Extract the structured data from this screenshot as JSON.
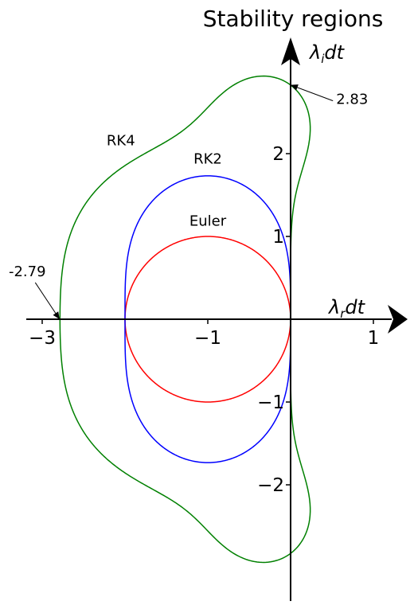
{
  "chart_data": {
    "type": "line",
    "title": "Stability regions",
    "xlabel": "λ_r dt",
    "ylabel": "λ_i dt",
    "axis_names": {
      "x_main": "λ",
      "x_sub": "r",
      "x_rest": "dt",
      "y_main": "λ",
      "y_sub": "i",
      "y_rest": "dt"
    },
    "xlim": [
      -3.3,
      1.4
    ],
    "ylim": [
      -3.4,
      3.4
    ],
    "grid": false,
    "x_ticks": [
      {
        "value": -3,
        "label": "−3"
      },
      {
        "value": -1,
        "label": "−1"
      },
      {
        "value": 1,
        "label": "1"
      }
    ],
    "y_ticks": [
      {
        "value": 2,
        "label": "2"
      },
      {
        "value": 1,
        "label": "1"
      },
      {
        "value": -1,
        "label": "−1"
      },
      {
        "value": -2,
        "label": "−2"
      }
    ],
    "series": [
      {
        "name": "Euler",
        "order": 1,
        "color": "#ff0000",
        "label_point": [
          -1.0,
          1.13
        ]
      },
      {
        "name": "RK2",
        "order": 2,
        "color": "#0000ff",
        "label_point": [
          -1.0,
          1.88
        ]
      },
      {
        "name": "RK4",
        "order": 4,
        "color": "#008000",
        "label_point": [
          -2.05,
          2.1
        ]
      }
    ],
    "annotations": [
      {
        "text": "-2.79",
        "point": [
          -2.79,
          0.0
        ],
        "text_point": [
          -3.18,
          0.52
        ],
        "anchor": "middle"
      },
      {
        "text": "2.83",
        "point": [
          0.0,
          2.83
        ],
        "text_point": [
          0.55,
          2.6
        ],
        "anchor": "start"
      }
    ]
  }
}
